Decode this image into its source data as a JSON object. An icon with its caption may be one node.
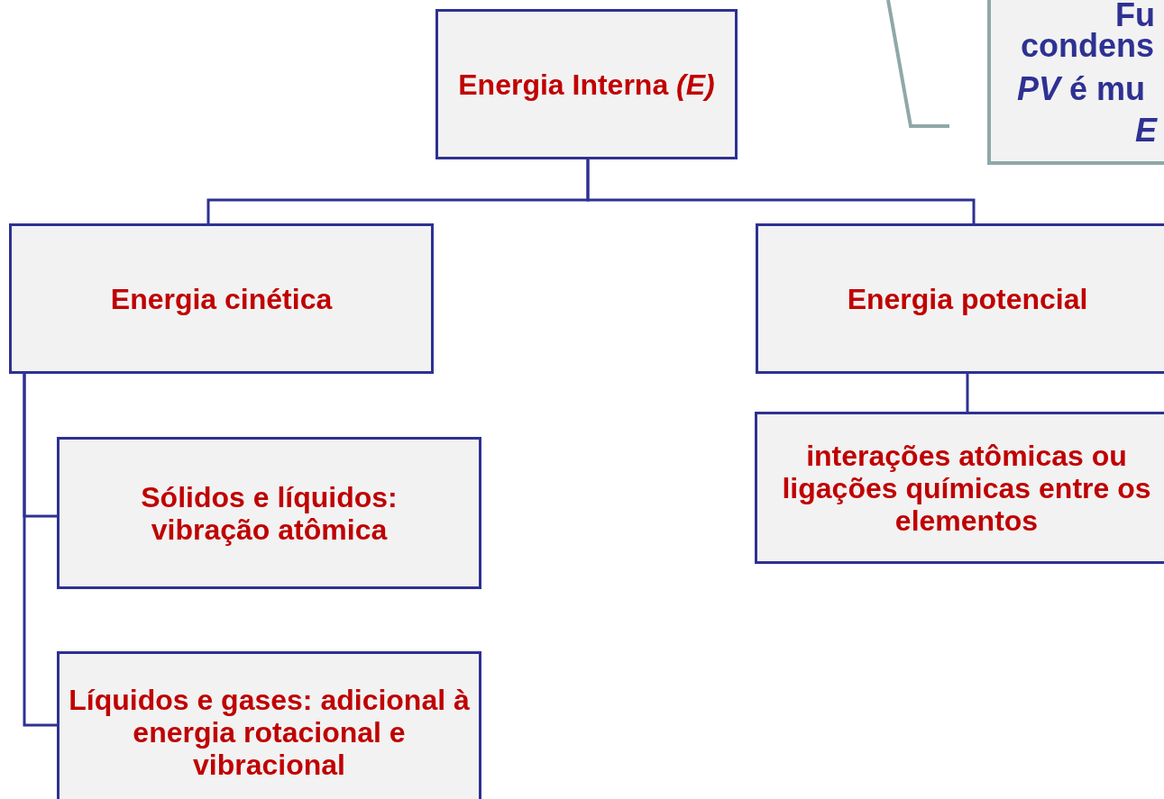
{
  "diagram": {
    "nodes": [
      {
        "text": [
          "Energia Interna *(E)*"
        ]
      },
      {
        "text": [
          "Energia cinética"
        ]
      },
      {
        "text": [
          "Energia potencial"
        ]
      },
      {
        "text": [
          "Sólidos e líquidos: vibração atômica"
        ]
      },
      {
        "text": [
          "Líquidos e gases: adicional à energia rotacional e vibracional"
        ]
      },
      {
        "text": [
          "interações atômicas ou ligações químicas entre os elementos"
        ]
      },
      {
        "text": [
          "Fu",
          "condens",
          "*PV* é mu",
          "*E*"
        ]
      }
    ],
    "edges": [
      {
        "from": 0,
        "to": 1,
        "arrow": "none"
      },
      {
        "from": 0,
        "to": 2,
        "arrow": "none"
      },
      {
        "from": 1,
        "to": 3,
        "arrow": "none"
      },
      {
        "from": 1,
        "to": 4,
        "arrow": "none"
      },
      {
        "from": 2,
        "to": 5,
        "arrow": "none"
      }
    ]
  }
}
